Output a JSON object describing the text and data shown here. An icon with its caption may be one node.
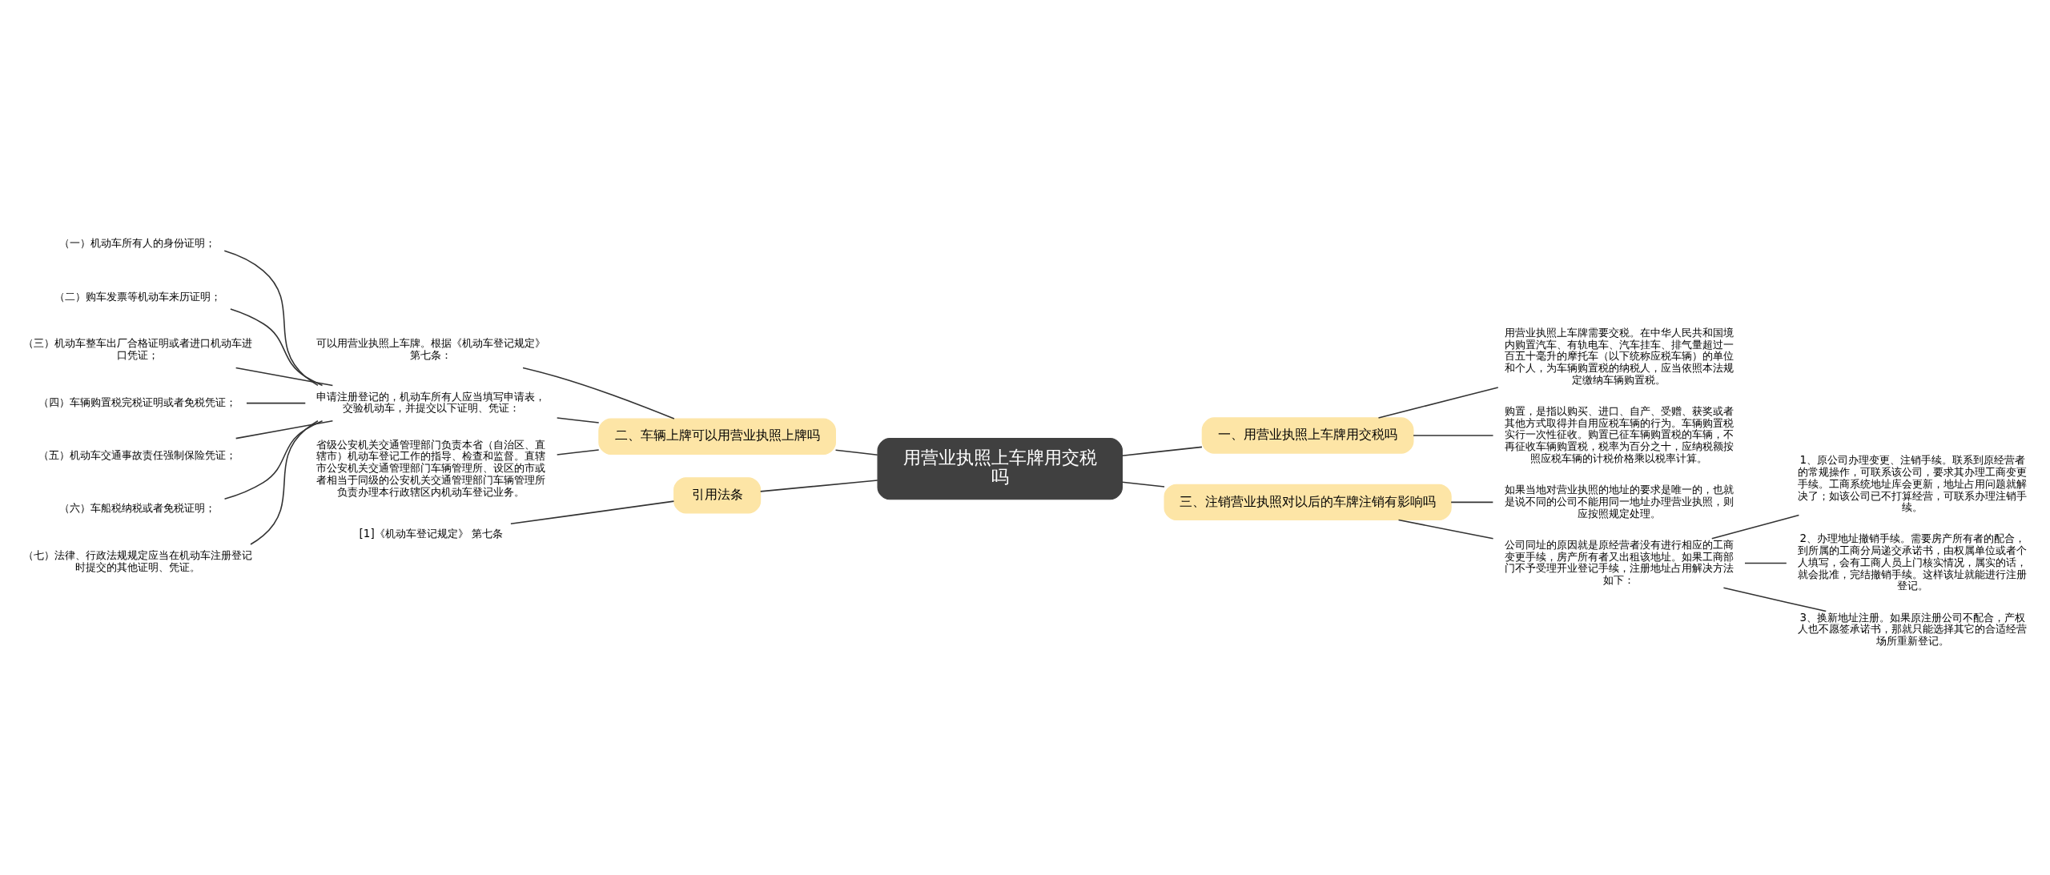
{
  "diagram": {
    "nodes": [
      {
        "text": [
          "用营业执照上车牌用交税吗"
        ]
      },
      {
        "text": [
          "一、用营业执照上车牌用交税吗"
        ]
      },
      {
        "text": [
          "用营业执照上车牌需要交税。在中华人民共和国境内购置汽车、有轨电车、汽车挂车、排气量超过一百五十毫升的摩托车（以下统称应税车辆）的单位和个人，为车辆购置税的纳税人，应当依照本法规定缴纳车辆购置税。"
        ]
      },
      {
        "text": [
          "购置，是指以购买、进口、自产、受赠、获奖或者其他方式取得并自用应税车辆的行为。车辆购置税实行一次性征收。购置已征车辆购置税的车辆，不再征收车辆购置税，税率为百分之十，应纳税额按照应税车辆的计税价格乘以税率计算。"
        ]
      },
      {
        "text": [
          "二、车辆上牌可以用营业执照上牌吗"
        ]
      },
      {
        "text": [
          "可以用营业执照上车牌。根据《机动车登记规定》第七条："
        ]
      },
      {
        "text": [
          "申请注册登记的，机动车所有人应当填写申请表，交验机动车，并提交以下证明、凭证："
        ]
      },
      {
        "text": [
          "（一）机动车所有人的身份证明；"
        ]
      },
      {
        "text": [
          "（二）购车发票等机动车来历证明；"
        ]
      },
      {
        "text": [
          "（三）机动车整车出厂合格证明或者进口机动车进口凭证；"
        ]
      },
      {
        "text": [
          "（四）车辆购置税完税证明或者免税凭证；"
        ]
      },
      {
        "text": [
          "（五）机动车交通事故责任强制保险凭证；"
        ]
      },
      {
        "text": [
          "（六）车船税纳税或者免税证明；"
        ]
      },
      {
        "text": [
          "（七）法律、行政法规规定应当在机动车注册登记时提交的其他证明、凭证。"
        ]
      },
      {
        "text": [
          "省级公安机关交通管理部门负责本省（自治区、直辖市）机动车登记工作的指导、检查和监督。直辖市公安机关交通管理部门车辆管理所、设区的市或者相当于同级的公安机关交通管理部门车辆管理所负责办理本行政辖区内机动车登记业务。"
        ]
      },
      {
        "text": [
          "三、注销营业执照对以后的车牌注销有影响吗"
        ]
      },
      {
        "text": [
          "如果当地对营业执照的地址的要求是唯一的，也就是说不同的公司不能用同一地址办理营业执照，则应按照规定处理。"
        ]
      },
      {
        "text": [
          "公司同址的原因就是原经营者没有进行相应的工商变更手续，房产所有者又出租该地址。如果工商部门不予受理开业登记手续，注册地址占用解决方法如下："
        ]
      },
      {
        "text": [
          "1、原公司办理变更、注销手续。联系到原经营者的常规操作，可联系该公司，要求其办理工商变更手续。工商系统地址库会更新，地址占用问题就解决了；如该公司已不打算经营，可联系办理注销手续。"
        ]
      },
      {
        "text": [
          "2、办理地址撤销手续。需要房产所有者的配合，到所属的工商分局递交承诺书，由权属单位或者个人填写，会有工商人员上门核实情况，属实的话，就会批准，完结撤销手续。这样该址就能进行注册登记。"
        ]
      },
      {
        "text": [
          "3、换新地址注册。如果原注册公司不配合，产权人也不愿签承诺书，那就只能选择其它的合适经营场所重新登记。"
        ]
      },
      {
        "text": [
          "引用法条"
        ]
      },
      {
        "text": [
          "[1]《机动车登记规定》 第七条"
        ]
      }
    ],
    "edges": [
      {
        "from": 0,
        "to": 1,
        "arrow": "none"
      },
      {
        "from": 1,
        "to": 2,
        "arrow": "none"
      },
      {
        "from": 1,
        "to": 3,
        "arrow": "none"
      },
      {
        "from": 0,
        "to": 4,
        "arrow": "none"
      },
      {
        "from": 4,
        "to": 5,
        "arrow": "none"
      },
      {
        "from": 4,
        "to": 6,
        "arrow": "none"
      },
      {
        "from": 6,
        "to": 7,
        "arrow": "none"
      },
      {
        "from": 6,
        "to": 8,
        "arrow": "none"
      },
      {
        "from": 6,
        "to": 9,
        "arrow": "none"
      },
      {
        "from": 6,
        "to": 10,
        "arrow": "none"
      },
      {
        "from": 6,
        "to": 11,
        "arrow": "none"
      },
      {
        "from": 6,
        "to": 12,
        "arrow": "none"
      },
      {
        "from": 6,
        "to": 13,
        "arrow": "none"
      },
      {
        "from": 4,
        "to": 14,
        "arrow": "none"
      },
      {
        "from": 0,
        "to": 15,
        "arrow": "none"
      },
      {
        "from": 15,
        "to": 16,
        "arrow": "none"
      },
      {
        "from": 15,
        "to": 17,
        "arrow": "none"
      },
      {
        "from": 17,
        "to": 18,
        "arrow": "none"
      },
      {
        "from": 17,
        "to": 19,
        "arrow": "none"
      },
      {
        "from": 17,
        "to": 20,
        "arrow": "none"
      },
      {
        "from": 0,
        "to": 21,
        "arrow": "none"
      },
      {
        "from": 21,
        "to": 22,
        "arrow": "none"
      }
    ]
  }
}
